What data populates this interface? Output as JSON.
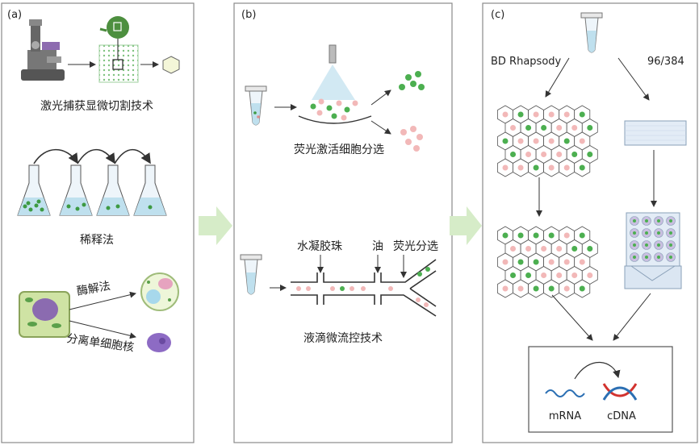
{
  "panels": {
    "a": {
      "label": "(a)",
      "methods": {
        "lcm": "激光捕获显微切割技术",
        "dilution": "稀释法",
        "enzyme": "酶解法",
        "nucleus": "分离单细胞核"
      }
    },
    "b": {
      "label": "(b)",
      "facs": "荧光激活细胞分选",
      "hydrogel": "水凝胶珠",
      "oil": "油",
      "fluor_sort": "荧光分选",
      "microfluidic": "液滴微流控技术"
    },
    "c": {
      "label": "(c)",
      "bd": "BD Rhapsody",
      "plate": "96/384",
      "mrna": "mRNA",
      "cdna": "cDNA"
    }
  },
  "colors": {
    "panel_border": "#8a8a8a",
    "big_arrow": "#cfe8c0",
    "green_cell": "#4caf50",
    "pink_cell": "#f2b8b8",
    "liquid": "#bfe0ee",
    "dna_red": "#d2332f",
    "dna_blue": "#2b6fb3"
  }
}
